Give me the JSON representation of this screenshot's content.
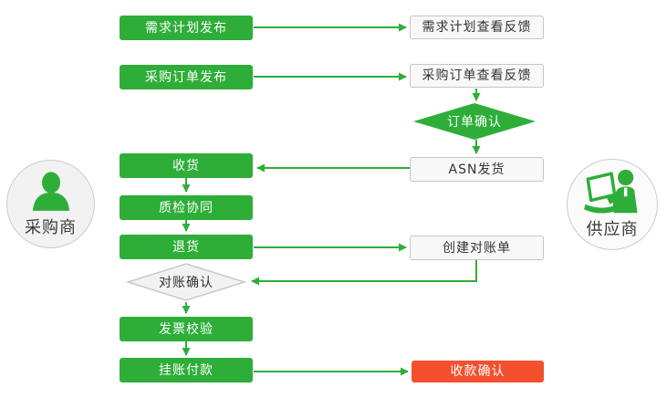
{
  "diagram": {
    "title_hint": "procurement-supplier-collaboration-flow",
    "palette": {
      "green": "#2eae39",
      "red": "#f4502e",
      "light_box_fill": "#f8f8f8",
      "light_box_border": "#c6c6c6",
      "circle_fill": "#f2f2f2",
      "circle_border": "#cccccc",
      "dark_text": "#333333",
      "white_text": "#ffffff"
    },
    "actors": {
      "buyer": {
        "label": "采购商",
        "icon": "person-icon"
      },
      "supplier": {
        "label": "供应商",
        "icon": "person-laptop-icon"
      }
    },
    "nodes": {
      "demand_publish": {
        "label": "需求计划发布",
        "shape": "rect",
        "style": "green"
      },
      "demand_feedback": {
        "label": "需求计划查看反馈",
        "shape": "rect",
        "style": "light"
      },
      "po_publish": {
        "label": "采购订单发布",
        "shape": "rect",
        "style": "green"
      },
      "po_feedback": {
        "label": "采购订单查看反馈",
        "shape": "rect",
        "style": "light"
      },
      "order_confirm": {
        "label": "订单确认",
        "shape": "diamond",
        "style": "green"
      },
      "asn_ship": {
        "label": "ASN发货",
        "shape": "rect",
        "style": "light"
      },
      "receive": {
        "label": "收货",
        "shape": "rect",
        "style": "green"
      },
      "quality_check": {
        "label": "质检协同",
        "shape": "rect",
        "style": "green"
      },
      "return_goods": {
        "label": "退货",
        "shape": "rect",
        "style": "green"
      },
      "create_statement": {
        "label": "创建对账单",
        "shape": "rect",
        "style": "light"
      },
      "recon_confirm": {
        "label": "对账确认",
        "shape": "diamond",
        "style": "light"
      },
      "invoice_check": {
        "label": "发票校验",
        "shape": "rect",
        "style": "green"
      },
      "pending_payment": {
        "label": "挂账付款",
        "shape": "rect",
        "style": "green"
      },
      "receipt_confirm": {
        "label": "收款确认",
        "shape": "rect",
        "style": "red"
      }
    },
    "edges": [
      {
        "from": "demand_publish",
        "to": "demand_feedback"
      },
      {
        "from": "po_publish",
        "to": "po_feedback"
      },
      {
        "from": "po_feedback",
        "to": "order_confirm"
      },
      {
        "from": "order_confirm",
        "to": "asn_ship"
      },
      {
        "from": "asn_ship",
        "to": "receive"
      },
      {
        "from": "receive",
        "to": "quality_check"
      },
      {
        "from": "quality_check",
        "to": "return_goods"
      },
      {
        "from": "return_goods",
        "to": "create_statement"
      },
      {
        "from": "create_statement",
        "to": "recon_confirm"
      },
      {
        "from": "recon_confirm",
        "to": "invoice_check"
      },
      {
        "from": "invoice_check",
        "to": "pending_payment"
      },
      {
        "from": "pending_payment",
        "to": "receipt_confirm"
      }
    ]
  }
}
